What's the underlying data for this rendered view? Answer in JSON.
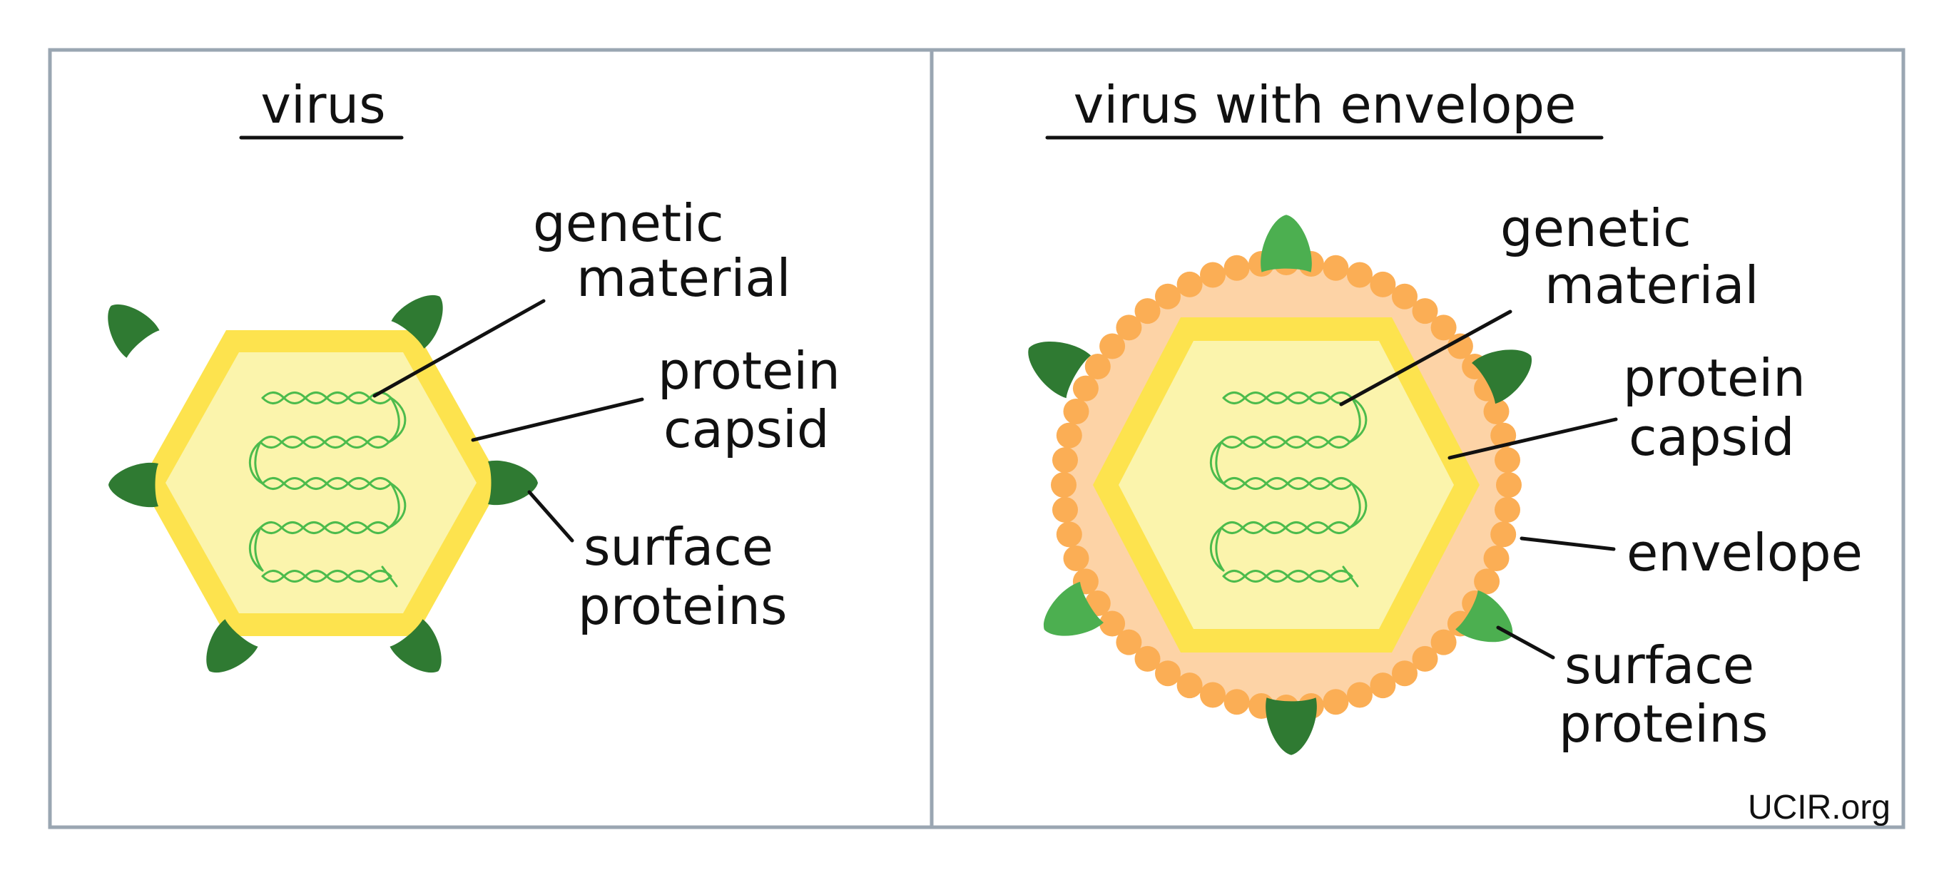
{
  "panels": [
    {
      "title": "virus",
      "labels": {
        "genetic_material": [
          "genetic",
          "material"
        ],
        "protein_capsid": [
          "protein",
          "capsid"
        ],
        "surface_proteins": [
          "surface",
          "proteins"
        ]
      }
    },
    {
      "title": "virus with envelope",
      "labels": {
        "genetic_material": [
          "genetic",
          "material"
        ],
        "protein_capsid": [
          "protein",
          "capsid"
        ],
        "envelope": [
          "envelope"
        ],
        "surface_proteins": [
          "surface",
          "proteins"
        ]
      }
    }
  ],
  "credit": "UCIR.org",
  "colors": {
    "border": "#9aa6b2",
    "capsid_outer": "#fde34e",
    "capsid_inner": "#fbf4ac",
    "envelope_fill": "#fdd3a6",
    "envelope_dots": "#fbae55",
    "protein_dark": "#2f7a32",
    "protein_light": "#4caf50",
    "dna": "#4cbb4c",
    "text": "#111111"
  }
}
